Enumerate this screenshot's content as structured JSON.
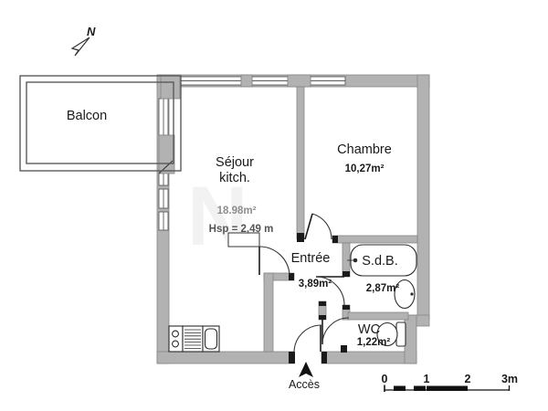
{
  "plan": {
    "compass_label": "N",
    "rooms": {
      "balcon": {
        "label": "Balcon"
      },
      "sejour": {
        "label_line1": "Séjour",
        "label_line2": "kitch.",
        "area": "18.98m²",
        "ceiling_height": "Hsp = 2,49 m"
      },
      "chambre": {
        "label": "Chambre",
        "area": "10,27m²"
      },
      "entree": {
        "label": "Entrée",
        "area": "3,89m²"
      },
      "sdb": {
        "label": "S.d.B.",
        "area": "2,87m²"
      },
      "wc": {
        "label": "WC",
        "area": "1,22m²"
      }
    },
    "access_label": "Accès",
    "scale_bar": {
      "tick_0": "0",
      "tick_1": "1",
      "tick_2": "2",
      "tick_3": "3m"
    },
    "watermark_hint": "N"
  },
  "colors": {
    "wall_fill": "#b2b2b2",
    "wall_edge": "#858585",
    "line_dark": "#1a1a1a",
    "background": "#ffffff"
  }
}
